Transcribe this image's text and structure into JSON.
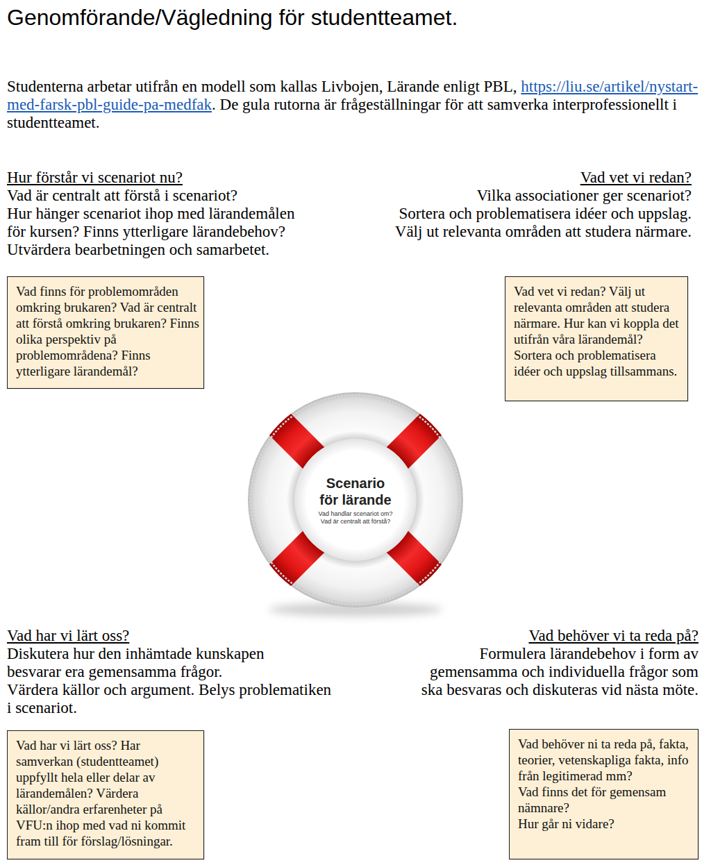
{
  "diagram": {
    "title": "Genomförande/Vägledning för studentteamet.",
    "nodes": [
      {
        "text": [
          "Vad finns för problemområden omkring brukaren? Vad är centralt att förstå omkring brukaren? Finns olika perspektiv på problemområdena? Finns ytterligare lärandemål?"
        ]
      },
      {
        "text": [
          "Vad vet vi redan? Välj ut relevanta områden att studera närmare. Hur kan vi koppla det utifrån våra lärandemål? Sortera och problematisera idéer och uppslag tillsammans."
        ]
      },
      {
        "text": [
          "Scenario för lärande",
          "Vad handlar scenariot om? Vad är centralt att förstå?"
        ]
      },
      {
        "text": [
          "Vad har vi lärt oss? Har samverkan (studentteamet) uppfyllt hela eller delar av lärandemålen? Värdera källor/andra erfarenheter på VFU:n ihop med vad ni kommit fram till för förslag/lösningar."
        ]
      },
      {
        "text": [
          "Vad behöver ni ta reda på, fakta, teorier, vetenskapliga fakta, info från legitimerad mm?",
          "Vad finns det för gemensam nämnare?",
          "Hur går ni vidare?"
        ]
      }
    ],
    "labels": [
      "Studenterna arbetar utifrån en modell som kallas Livbojen, Lärande enligt PBL,",
      "https://liu.se/artikel/nystart-med-farsk-pbl-guide-pa-medfak",
      ". De gula rutorna är frågeställningar för att samverka interprofessionellt i studentteamet.",
      "Hur förstår vi scenariot nu?",
      "Vad är centralt att förstå i scenariot?",
      "Hur hänger scenariot ihop med lärandemålen för kursen? Finns ytterligare lärandebehov?",
      "Utvärdera bearbetningen och samarbetet.",
      "Vad vet vi redan?",
      "Vilka associationer ger scenariot?",
      "Sortera och problematisera idéer och uppslag.",
      "Välj ut relevanta områden att studera närmare.",
      "Vad har vi lärt oss?",
      "Diskutera hur den inhämtade kunskapen besvarar era gemensamma frågor.",
      "Värdera källor och argument. Belys problematiken i scenariot.",
      "Vad behöver vi ta reda på?",
      "Formulera lärandebehov i form av gemensamma och individuella frågor som ska besvaras och diskuteras vid nästa möte."
    ]
  }
}
